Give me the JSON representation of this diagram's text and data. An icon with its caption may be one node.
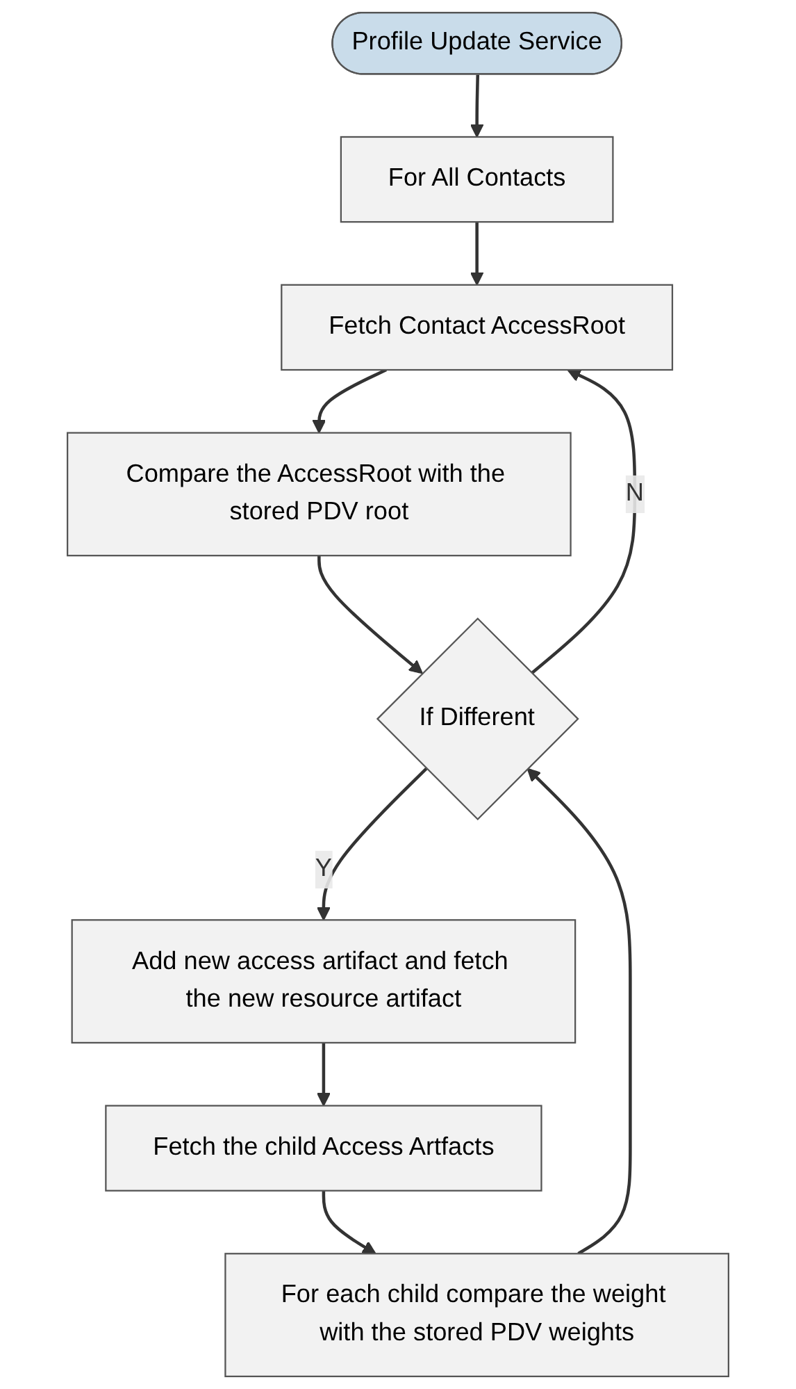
{
  "diagram": {
    "nodes": [
      {
        "text": [
          "Profile Update Service"
        ]
      },
      {
        "text": [
          "For All Contacts"
        ]
      },
      {
        "text": [
          "Fetch Contact AccessRoot"
        ]
      },
      {
        "text": [
          "Compare the AccessRoot with the stored PDV root"
        ]
      },
      {
        "text": [
          "If Different"
        ]
      },
      {
        "text": [
          "Add new access artifact and fetch the new resource artifact"
        ]
      },
      {
        "text": [
          "Fetch the child Access Artfacts"
        ]
      },
      {
        "text": [
          "For each child compare the weight with the stored PDV weights"
        ]
      }
    ],
    "edges": [
      {
        "from": 0,
        "to": 1,
        "arrow": "to"
      },
      {
        "from": 1,
        "to": 2,
        "arrow": "to"
      },
      {
        "from": 2,
        "to": 3,
        "arrow": "to"
      },
      {
        "from": 3,
        "to": 4,
        "arrow": "to"
      },
      {
        "from": 4,
        "to": 5,
        "arrow": "to",
        "label": "Y"
      },
      {
        "from": 5,
        "to": 6,
        "arrow": "to"
      },
      {
        "from": 6,
        "to": 7,
        "arrow": "to"
      },
      {
        "from": 7,
        "to": 4,
        "arrow": "to"
      },
      {
        "from": 4,
        "to": 2,
        "arrow": "to",
        "label": "N"
      }
    ]
  }
}
